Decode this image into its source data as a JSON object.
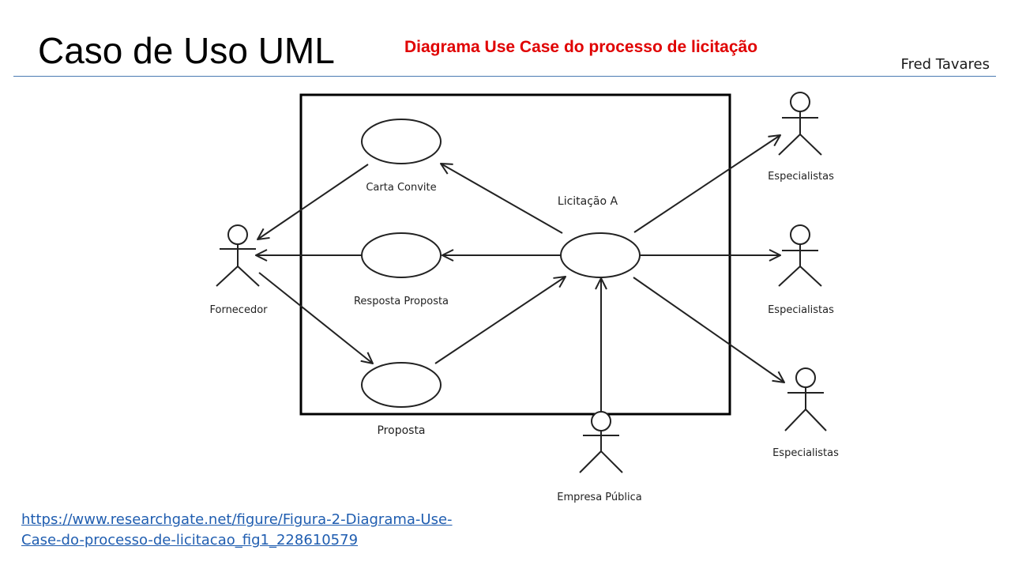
{
  "slide": {
    "title": "Caso de Uso UML",
    "subtitle": "Diagrama Use Case do processo de licitação",
    "author": "Fred Tavares",
    "accent_rule_color": "#4a7ab3",
    "subtitle_color": "#e00000",
    "source_link_line1": "https://www.researchgate.net/figure/Figura-2-Diagrama-Use-",
    "source_link_line2": "Case-do-processo-de-licitacao_fig1_228610579"
  },
  "diagram": {
    "use_cases": {
      "carta_convite": "Carta Convite",
      "resposta_proposta": "Resposta Proposta",
      "proposta": "Proposta",
      "licitacao": "Licitação A"
    },
    "actors": {
      "fornecedor": "Fornecedor",
      "especialistas_1": "Especialistas",
      "especialistas_2": "Especialistas",
      "especialistas_3": "Especialistas",
      "empresa_publica": "Empresa Pública"
    }
  }
}
